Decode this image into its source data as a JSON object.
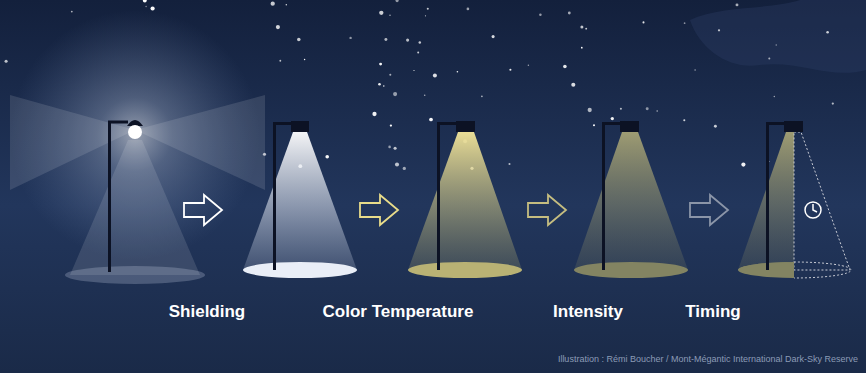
{
  "diagram": {
    "labels": [
      "Shielding",
      "Color Temperature",
      "Intensity",
      "Timing",
      "Illustration : Rémi Boucher / Mont-Mégantic International Dark-Sky Reserve"
    ]
  }
}
